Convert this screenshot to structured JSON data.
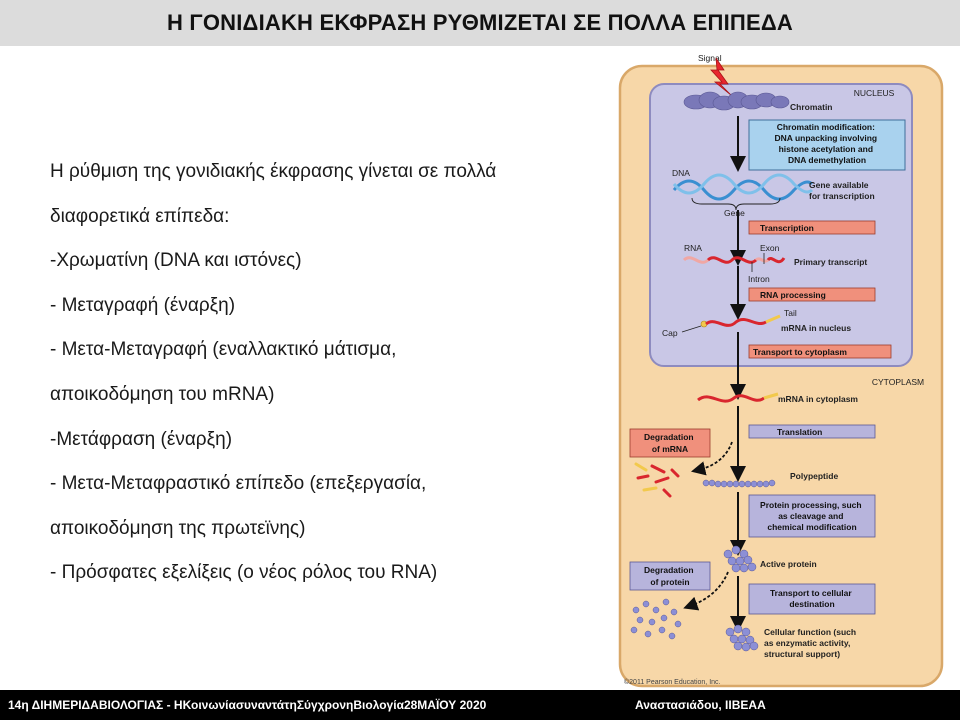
{
  "slide": {
    "title": "Η ΓΟΝΙΔΙΑΚΗ ΕΚΦΡΑΣΗ ΡΥΘΜΙΖΕΤΑΙ ΣΕ ΠΟΛΛΑ ΕΠΙΠΕΔΑ",
    "bullets": [
      "Η ρύθμιση της γονιδιακής έκφρασης γίνεται σε πολλά",
      "διαφορετικά επίπεδα:",
      "-Χρωματίνη (DNA και ιστόνες)",
      "- Μεταγραφή (έναρξη)",
      "- Μετα-Μεταγραφή (εναλλακτικό μάτισμα,",
      "αποικοδόμηση του mRNA)",
      "-Μετάφραση (έναρξη)",
      "- Μετα-Μεταφραστικό επίπεδο (επεξεργασία,",
      "αποικοδόμηση της πρωτεϊνης)",
      "- Πρόσφατες εξελίξεις (ο νέος ρόλος του RNA)"
    ],
    "footer_left": "14η ΔΙΗΜΕΡΙΔΑΒΙΟΛΟΓΙΑΣ - ΗΚοινωνίασυναντάτηΣύγχρονηΒιολογία28ΜΑΪΟΥ 2020",
    "footer_right": "Αναστασιάδου, ΙΙΒΕΑΑ"
  },
  "figure": {
    "signal": "Signal",
    "nucleus": "NUCLEUS",
    "chromatin": "Chromatin",
    "chromatin_mod": [
      "Chromatin modification:",
      "DNA unpacking involving",
      "histone acetylation and",
      "DNA demethylation"
    ],
    "dna": "DNA",
    "gene_available": [
      "Gene available",
      "for transcription"
    ],
    "gene": "Gene",
    "transcription": "Transcription",
    "rna": "RNA",
    "exon": "Exon",
    "primary_transcript": "Primary transcript",
    "intron": "Intron",
    "rna_processing": "RNA processing",
    "tail": "Tail",
    "mrna_nucleus": "mRNA in nucleus",
    "cap": "Cap",
    "transport_cytoplasm": "Transport to cytoplasm",
    "cytoplasm": "CYTOPLASM",
    "mrna_cytoplasm": "mRNA in cytoplasm",
    "degradation_mrna": [
      "Degradation",
      "of mRNA"
    ],
    "translation": "Translation",
    "polypeptide": "Polypeptide",
    "protein_processing": [
      "Protein processing, such",
      "as cleavage and",
      "chemical modification"
    ],
    "active_protein": "Active protein",
    "degradation_protein": [
      "Degradation",
      "of protein"
    ],
    "transport_cellular": [
      "Transport to cellular",
      "destination"
    ],
    "cellular_function": [
      "Cellular function (such",
      "as enzymatic activity,",
      "structural support)"
    ],
    "copyright": "©2011 Pearson Education, Inc.",
    "colors": {
      "cell": "#f7d7a8",
      "cell_border": "#d9a869",
      "nucleus": "#c9c7e6",
      "nucleus_border": "#8e8bbf",
      "salmon_box": "#f0907c",
      "blue_box": "#a9d2ee",
      "lavender_box": "#b7b4dc",
      "rna": "#d9262e",
      "protein": "#8c8fd6"
    }
  }
}
